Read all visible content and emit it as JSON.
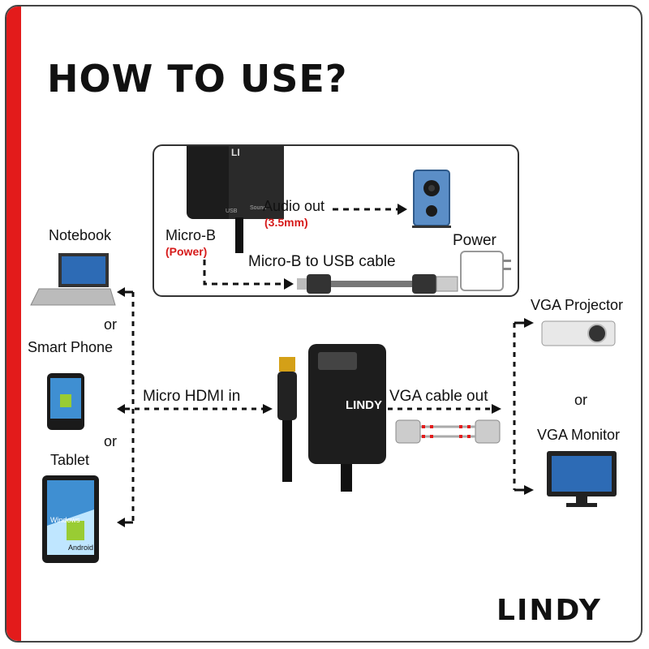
{
  "title": "HOW TO USE?",
  "inset": {
    "micro_b_label": "Micro-B",
    "micro_b_sub": "(Power)",
    "audio_out_label": "Audio out",
    "audio_out_sub": "(3.5mm)",
    "cable_label": "Micro-B to USB cable",
    "power_label": "Power"
  },
  "sources": {
    "notebook": "Notebook",
    "or1": "or",
    "smartphone": "Smart Phone",
    "or2": "or",
    "tablet": "Tablet",
    "tablet_os1": "Windows",
    "tablet_os2": "Android"
  },
  "center": {
    "hdmi_label": "Micro HDMI in",
    "vga_label": "VGA cable out"
  },
  "outputs": {
    "projector": "VGA Projector",
    "or": "or",
    "monitor": "VGA Monitor"
  },
  "brand": "LINDY",
  "colors": {
    "accent": "#e31b1b",
    "ink": "#111111"
  }
}
